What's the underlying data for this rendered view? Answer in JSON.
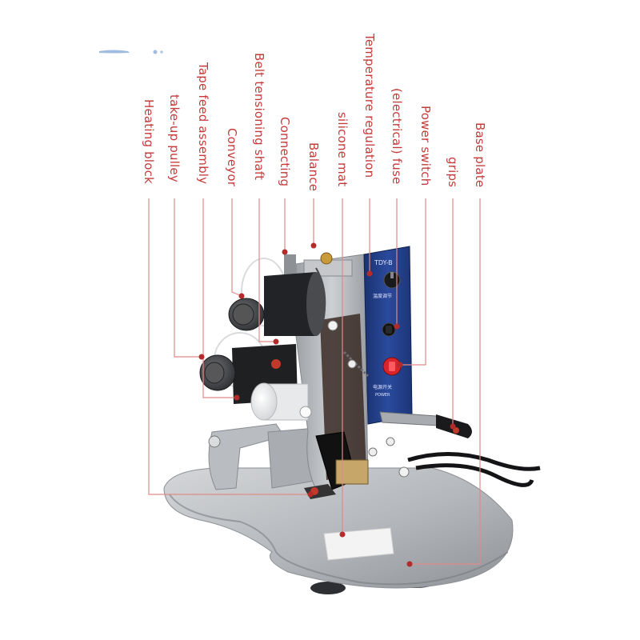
{
  "labels": [
    {
      "id": "heating-block",
      "text": "Heating block"
    },
    {
      "id": "take-up-pulley",
      "text": "take-up pulley"
    },
    {
      "id": "tape-feed-assembly",
      "text": "Tape feed assembly"
    },
    {
      "id": "conveyor",
      "text": "Conveyor"
    },
    {
      "id": "belt-tensioning-shaft",
      "text": "Belt tensioning shaft"
    },
    {
      "id": "connecting",
      "text": "Connecting"
    },
    {
      "id": "balance",
      "text": "Balance"
    },
    {
      "id": "silicone-mat",
      "text": "silicone mat"
    },
    {
      "id": "temperature-regulation",
      "text": "Temperature regulation"
    },
    {
      "id": "electrical-fuse",
      "text": "(electrical) fuse"
    },
    {
      "id": "power-switch",
      "text": "Power switch"
    },
    {
      "id": "grips",
      "text": "grips"
    },
    {
      "id": "base-plate",
      "text": "Base plate"
    }
  ],
  "panel": {
    "model": "TDY-B",
    "temp_caption": "温度调节",
    "power_caption": "电源开关",
    "power_en": "POWER"
  },
  "colors": {
    "label": "#c43a3a",
    "leader": "#e08a8a",
    "panel": "#22408f",
    "body": "#b7b9bc",
    "switch": "#d8242a"
  }
}
